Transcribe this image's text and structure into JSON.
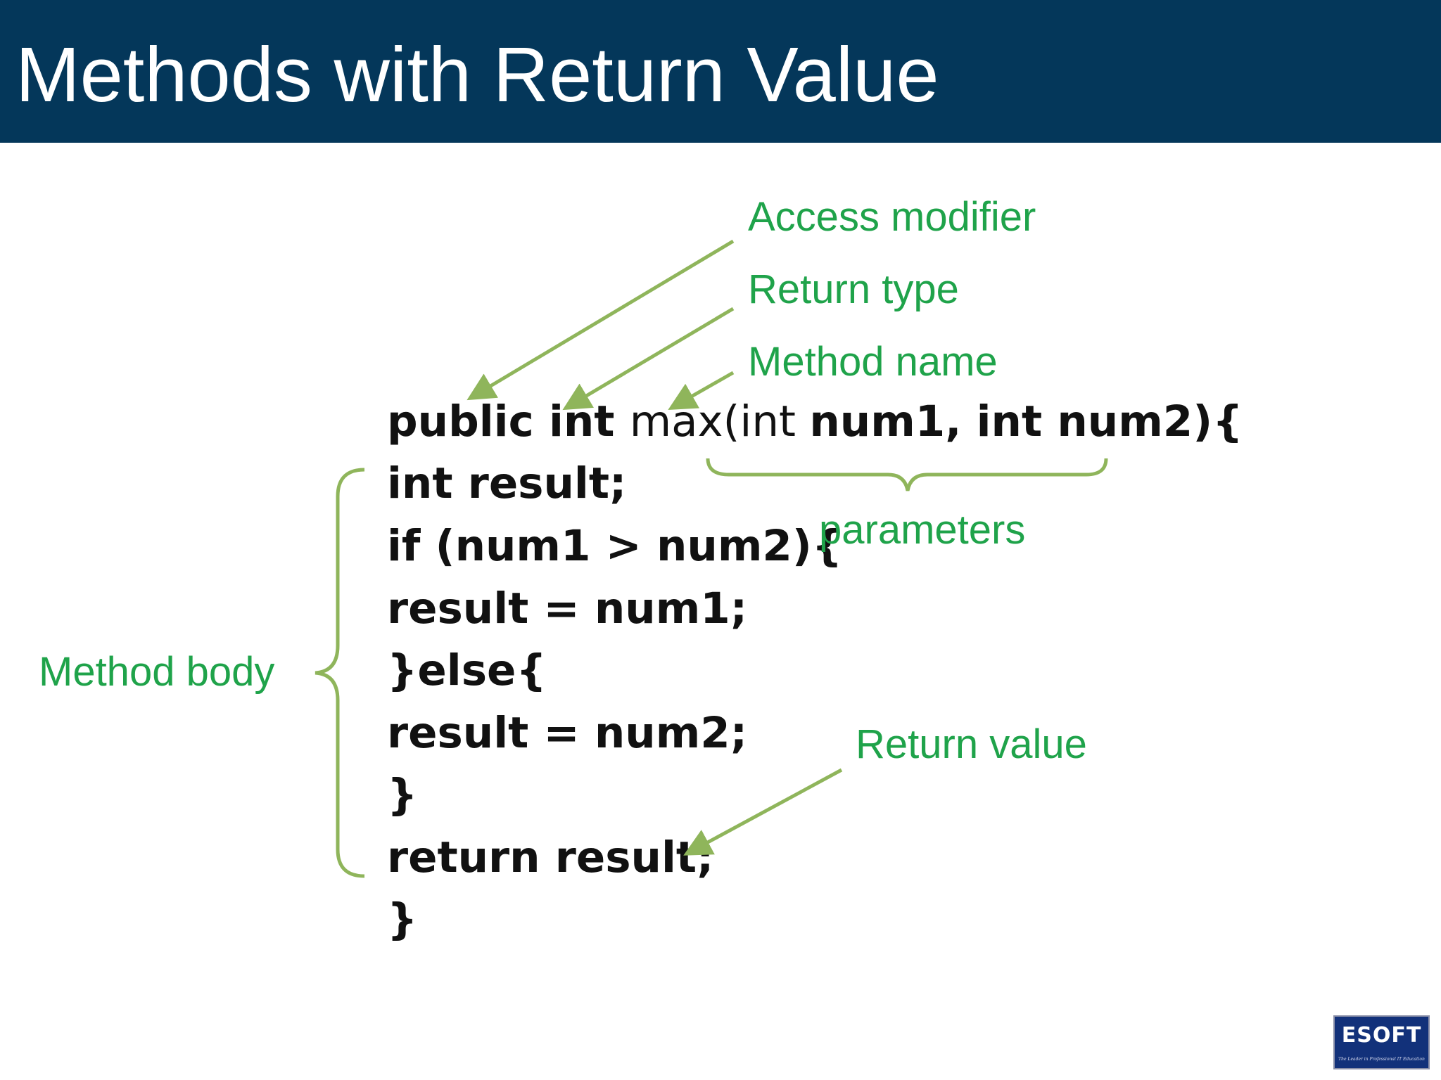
{
  "title": "Methods with Return Value",
  "code_lines": [
    {
      "segments": [
        {
          "text": "public int ",
          "style": "bold"
        },
        {
          "text": "max(int ",
          "style": "normal"
        },
        {
          "text": "num1, int num2){",
          "style": "bold"
        }
      ]
    },
    {
      "segments": [
        {
          "text": "int result;",
          "style": "bold"
        }
      ]
    },
    {
      "segments": [
        {
          "text": "if (num1 > num2){",
          "style": "bold"
        }
      ]
    },
    {
      "segments": [
        {
          "text": "result = num1;",
          "style": "bold"
        }
      ]
    },
    {
      "segments": [
        {
          "text": "}else{",
          "style": "bold"
        }
      ]
    },
    {
      "segments": [
        {
          "text": "result = num2;",
          "style": "bold"
        }
      ]
    },
    {
      "segments": [
        {
          "text": "}",
          "style": "bold"
        }
      ]
    },
    {
      "segments": [
        {
          "text": "return result;",
          "style": "bold"
        }
      ]
    },
    {
      "segments": [
        {
          "text": "}",
          "style": "bold"
        }
      ]
    }
  ],
  "annotations": {
    "access_modifier": "Access modifier",
    "return_type": "Return type",
    "method_name": "Method name",
    "parameters": "parameters",
    "method_body": "Method body",
    "return_value": "Return value"
  },
  "logo": {
    "word": "ESOFT",
    "tagline": "The Leader in Professional IT Education"
  },
  "colors": {
    "title_bar": "#04375a",
    "title_text": "#ffffff",
    "label_text": "#1fa34a",
    "arrow": "#8fb55b",
    "code_text": "#111111",
    "logo_bg": "#12317a"
  }
}
